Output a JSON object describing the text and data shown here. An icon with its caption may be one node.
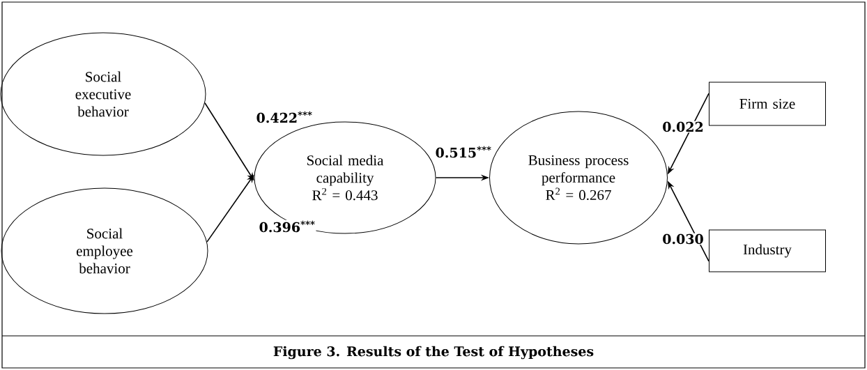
{
  "diagram": {
    "caption": "Figure 3.  Results of the Test of Hypotheses",
    "nodes": [
      {
        "text": [
          "Social executive behavior"
        ]
      },
      {
        "text": [
          "Social employee behavior"
        ]
      },
      {
        "text": [
          "Social media capability",
          "R$^{2}$ = 0.443"
        ]
      },
      {
        "text": [
          "Business process performance",
          "R$^{2}$ = 0.267"
        ]
      },
      {
        "text": [
          "Firm size"
        ]
      },
      {
        "text": [
          "Industry"
        ]
      }
    ],
    "edges": [
      {
        "from": 0,
        "to": 2,
        "arrow": "to",
        "label": "0.422$^{***}$"
      },
      {
        "from": 1,
        "to": 2,
        "arrow": "to",
        "label": "0.396$^{***}$"
      },
      {
        "from": 2,
        "to": 3,
        "arrow": "to",
        "label": "0.515$^{***}$"
      },
      {
        "from": 4,
        "to": 3,
        "arrow": "to",
        "label": "0.022"
      },
      {
        "from": 5,
        "to": 3,
        "arrow": "to",
        "label": "0.030"
      }
    ]
  }
}
